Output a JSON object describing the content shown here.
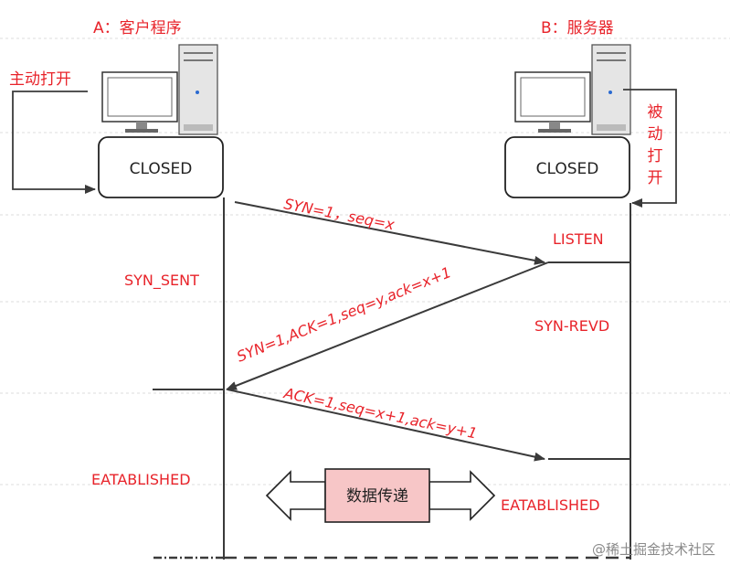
{
  "client": {
    "title": "A：客户程序",
    "state": "CLOSED",
    "active_open": "主动打开",
    "syn_sent": "SYN_SENT",
    "established": "EATABLISHED"
  },
  "server": {
    "title": "B：服务器",
    "state": "CLOSED",
    "passive_open": [
      "被",
      "动",
      "打",
      "开"
    ],
    "listen": "LISTEN",
    "syn_revd": "SYN-REVD",
    "established": "EATABLISHED"
  },
  "messages": {
    "syn": "SYN=1，seq=x",
    "syn_ack": "SYN=1,ACK=1,seq=y,ack=x+1",
    "ack": "ACK=1,seq=x+1,ack=y+1"
  },
  "data_transfer": "数据传递",
  "watermark": "@稀土掘金技术社区",
  "colors": {
    "accent": "#e8232a",
    "line": "#3a3a3a",
    "box_fill": "#f7c6c7"
  }
}
